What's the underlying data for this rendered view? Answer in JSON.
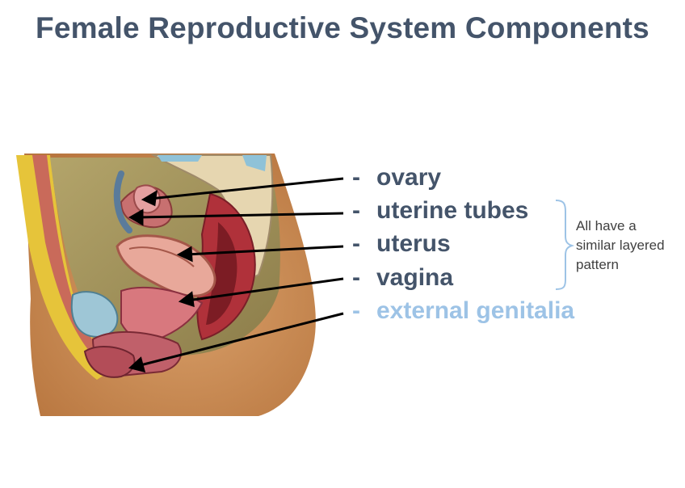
{
  "title": "Female Reproductive System Components",
  "labels": [
    {
      "dash": "-",
      "text": "ovary"
    },
    {
      "dash": "-",
      "text": "uterine tubes"
    },
    {
      "dash": "-",
      "text": "uterus"
    },
    {
      "dash": "-",
      "text": "vagina"
    },
    {
      "dash": "-",
      "text": "external genitalia"
    }
  ],
  "bracket_note": {
    "line1": "All have a",
    "line2": "similar layered",
    "line3": "pattern"
  },
  "colors": {
    "title": "#44546a",
    "label": "#44546a",
    "label_muted": "#9dc3e6",
    "bracket": "#9dc3e6"
  }
}
